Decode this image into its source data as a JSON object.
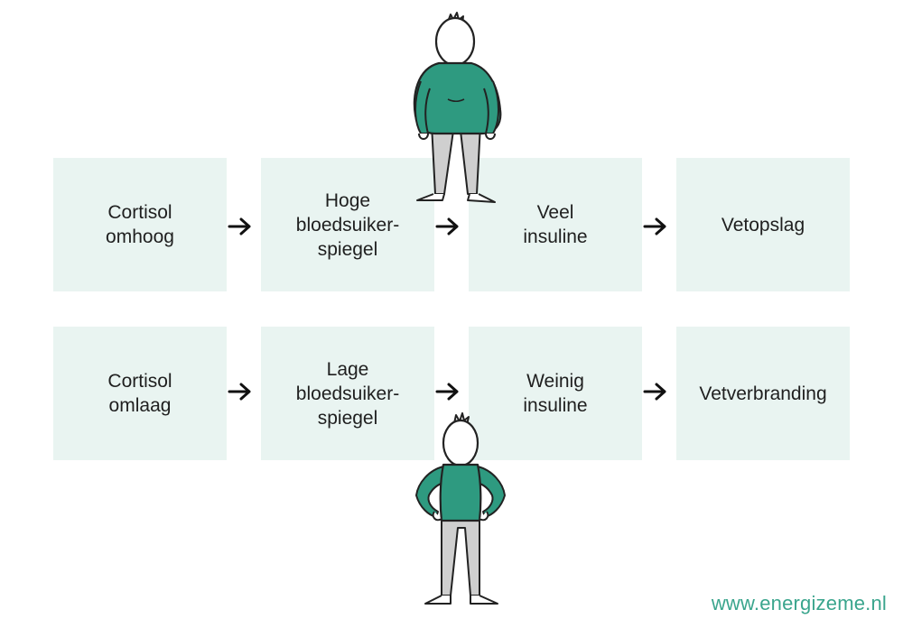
{
  "rows": [
    {
      "name": "row-high",
      "boxes": [
        [
          "Cortisol",
          "omhoog"
        ],
        [
          "Hoge",
          "bloedsuiker-",
          "spiegel"
        ],
        [
          "Veel",
          "insuline"
        ],
        [
          "Vetopslag"
        ]
      ]
    },
    {
      "name": "row-low",
      "boxes": [
        [
          "Cortisol",
          "omlaag"
        ],
        [
          "Lage",
          "bloedsuiker-",
          "spiegel"
        ],
        [
          "Weinig",
          "insuline"
        ],
        [
          "Vetverbranding"
        ]
      ]
    }
  ],
  "footer": {
    "website": "www.energizeme.nl"
  },
  "colors": {
    "box_fill": "#e9f4f1",
    "shirt": "#2e9a80",
    "pants": "#c9c9c9",
    "brand": "#3aa58d"
  }
}
